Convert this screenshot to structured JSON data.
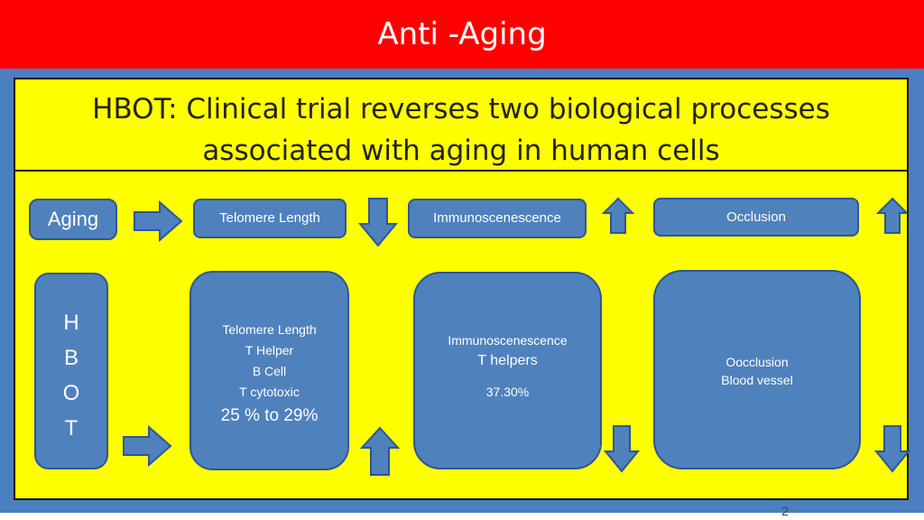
{
  "header": {
    "title": "Anti -Aging"
  },
  "slide": {
    "title_line1": "HBOT: Clinical trial reverses two biological processes",
    "title_line2": "associated with aging in human cells",
    "row1": {
      "aging": "Aging",
      "telomere": "Telomere Length",
      "immuno": "Immunoscenescence",
      "occlusion": "Occlusion"
    },
    "hbot_letters": [
      "H",
      "B",
      "O",
      "T"
    ],
    "box_telomere": {
      "line1": "Telomere Length",
      "line2": "T Helper",
      "line3": "B Cell",
      "line4": "T cytotoxic",
      "value": "25 % to 29%"
    },
    "box_immuno": {
      "line1": "Immunoscenescence",
      "line2": "T helpers",
      "value": "37.30%"
    },
    "box_occlusion": {
      "line1": "Oocclusion",
      "line2": "Blood vessel"
    }
  },
  "footer": {
    "page_number": "2"
  },
  "colors": {
    "header": "#ff0000",
    "frame": "#4a7fc1",
    "panel": "#ffff00",
    "box": "#4f81bd"
  }
}
